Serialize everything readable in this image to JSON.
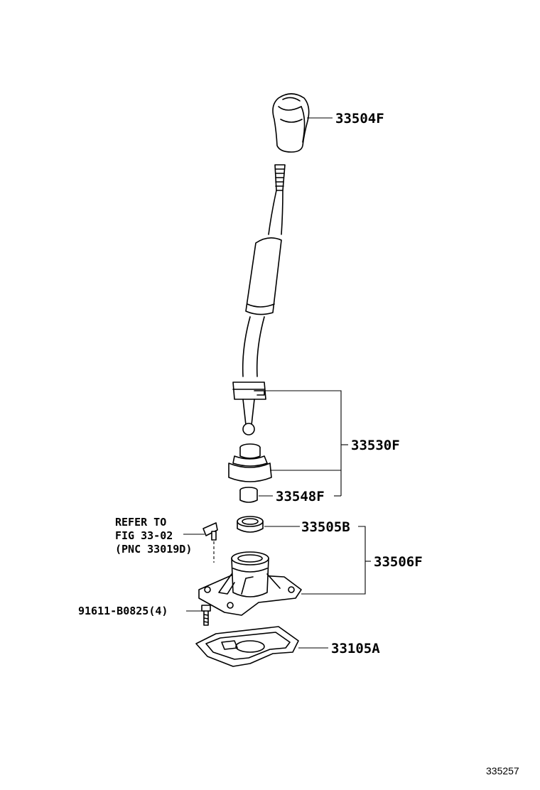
{
  "parts": [
    {
      "id": "knob",
      "number": "33504F"
    },
    {
      "id": "lever-assembly",
      "number": "33530F"
    },
    {
      "id": "bushing",
      "number": "33548F"
    },
    {
      "id": "seal",
      "number": "33505B"
    },
    {
      "id": "retainer-assembly",
      "number": "33506F"
    },
    {
      "id": "gasket",
      "number": "33105A"
    },
    {
      "id": "bolt",
      "number": "91611-B0825(4)"
    }
  ],
  "reference_note": {
    "line1": "REFER TO",
    "line2": "FIG 33-02",
    "line3": "(PNC 33019D)"
  },
  "diagram_code": "335257"
}
